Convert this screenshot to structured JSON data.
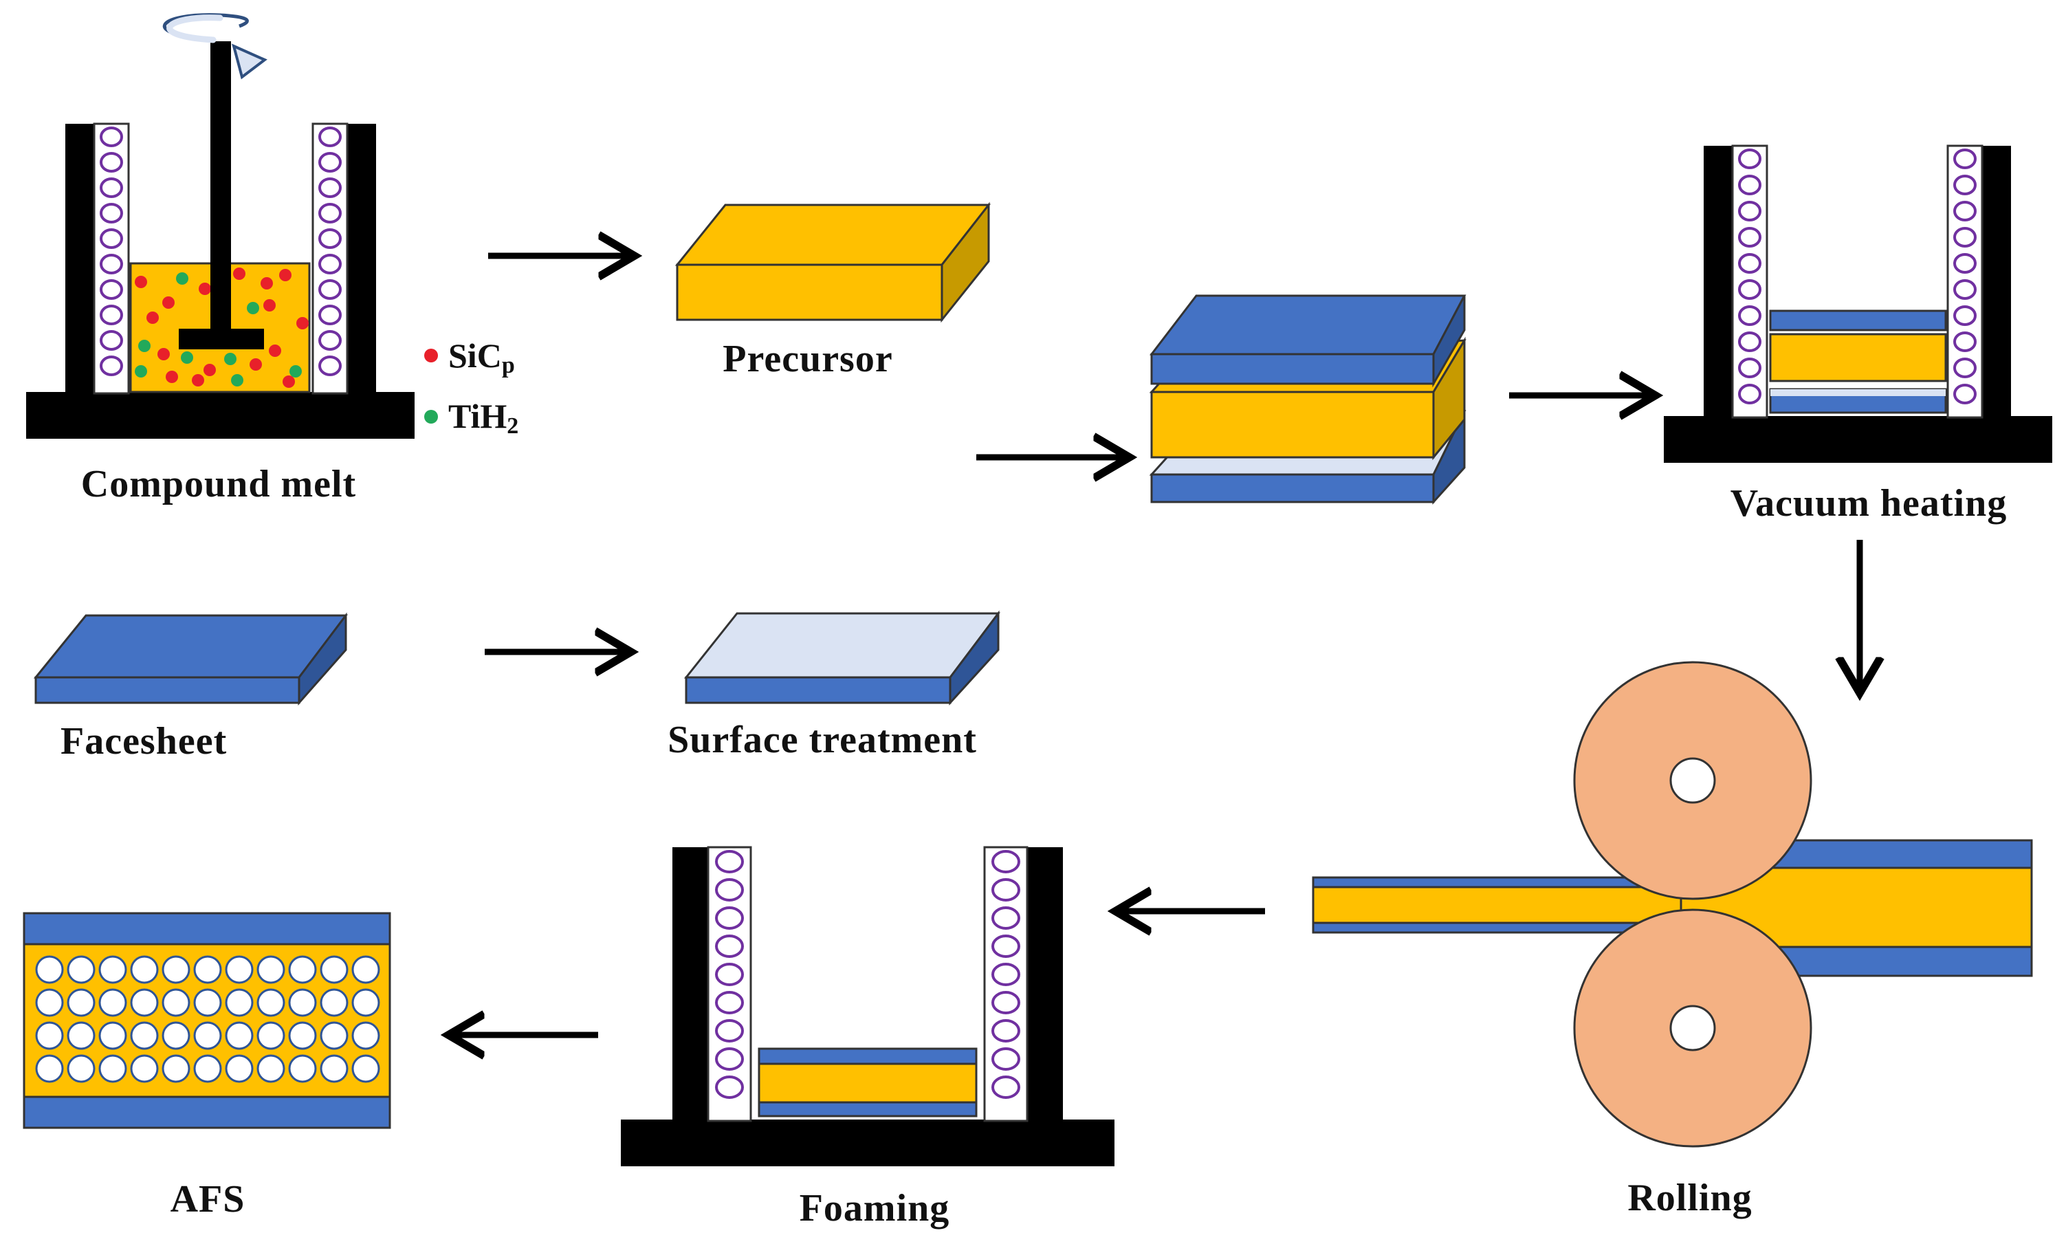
{
  "labels": {
    "compound_melt": "Compound melt",
    "precursor": "Precursor",
    "vacuum_heating": "Vacuum heating",
    "facesheet": "Facesheet",
    "surface_treatment": "Surface treatment",
    "rolling": "Rolling",
    "foaming": "Foaming",
    "afs": "AFS"
  },
  "legend": [
    {
      "text": "SiC",
      "sub": "p",
      "color": "#e8202a"
    },
    {
      "text": "TiH",
      "sub": "2",
      "color": "#22a95a"
    }
  ],
  "colors": {
    "core": "#ffc000",
    "sheet": "#4472c4",
    "sheet_light": "#dae3f3",
    "furnace_wall": "#000000",
    "coil": "#7030a0",
    "roller": "#f4b183",
    "arrow": "#000000"
  }
}
